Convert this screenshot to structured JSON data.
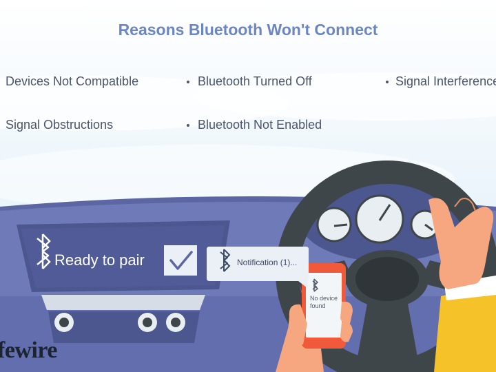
{
  "title": "Reasons Bluetooth Won't Connect",
  "reasons": [
    "Devices Not Compatible",
    "Bluetooth Turned Off",
    "Signal Interference",
    "Signal Obstructions",
    "Bluetooth Not Enabled"
  ],
  "dashboard_screen": {
    "status": "Ready to pair",
    "icons": [
      "bluetooth-icon",
      "checkmark-icon"
    ]
  },
  "notification": {
    "text": "Notification (1)...",
    "icon": "bluetooth-icon"
  },
  "phone": {
    "message": "No device found",
    "icon": "bluetooth-icon"
  },
  "brand": "fewire",
  "colors": {
    "title": "#6b86c1",
    "dashboard": "#6e7bb8",
    "steering_wheel": "#3e4649",
    "phone": "#f05a3a",
    "sleeve": "#f5c22a",
    "skin": "#f7a77f"
  }
}
